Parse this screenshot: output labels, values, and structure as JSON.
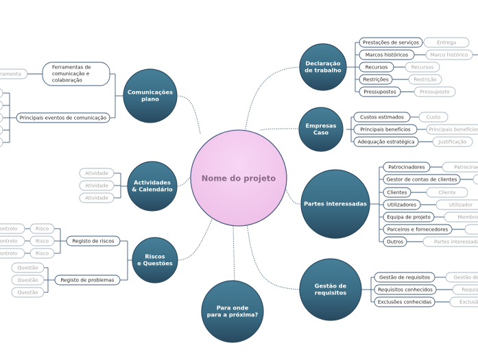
{
  "colors": {
    "line": "#3b5a7a",
    "branch_fill_top": "#3f7892",
    "branch_fill_bottom": "#2b5068",
    "center_fill": "#f3c6ee",
    "center_text": "#8a6a86",
    "pill_border": "#3b5a7a",
    "ghost_border": "#a7b7c5",
    "ghost_text": "#a3a3a3"
  },
  "center": {
    "label": "Nome do projeto"
  },
  "branches": [
    {
      "id": "declaracao",
      "label": "Declaração\nde trabalho",
      "children": [
        {
          "label": "Prestações de serviços",
          "ghost": "Entrega"
        },
        {
          "label": "Marcos históricos",
          "ghost": "Marco histórico"
        },
        {
          "label": "Recursos",
          "ghost": "Recursos"
        },
        {
          "label": "Restrições",
          "ghost": "Restrição"
        },
        {
          "label": "Pressupostos",
          "ghost": "Pressuposto"
        }
      ]
    },
    {
      "id": "empresas",
      "label": "Empresas\nCaso",
      "children": [
        {
          "label": "Custos estimados",
          "ghost": "Custo"
        },
        {
          "label": "Principais benefícios",
          "ghost": "Principais benefícios"
        },
        {
          "label": "Adequação estratégica",
          "ghost": "Justificação"
        }
      ]
    },
    {
      "id": "partes",
      "label": "Partes interessadas",
      "children": [
        {
          "label": "Patrocinadores",
          "ghost": "Patrocinador"
        },
        {
          "label": "Gestor de contas de clientes",
          "ghost": ""
        },
        {
          "label": "Clientes",
          "ghost": "Cliente"
        },
        {
          "label": "Utilizadores",
          "ghost": "Utilizador"
        },
        {
          "label": "Equipa de projeto",
          "ghost": "Membro da"
        },
        {
          "label": "Parceiros e fornecedores",
          "ghost": "Par"
        },
        {
          "label": "Outros",
          "ghost": "Partes interessadas"
        }
      ]
    },
    {
      "id": "gestao",
      "label": "Gestão de\nrequisitos",
      "children": [
        {
          "label": "Gestão de requisitos",
          "ghost": "Gestão de"
        },
        {
          "label": "Requisitos conhecidos",
          "ghost": "Requisito"
        },
        {
          "label": "Exclusões conhecidas",
          "ghost": "Exclusão"
        }
      ]
    },
    {
      "id": "paraonde",
      "label": "Para onde\npara a próxima?"
    },
    {
      "id": "comunicacoes",
      "label": "Comunicações\nplano",
      "children": [
        {
          "label": "Ferramentas de\ncomunicação e\ncolaboração",
          "ghost": "Ferramenta"
        },
        {
          "label": "Principais eventos de comunicação"
        }
      ]
    },
    {
      "id": "actividades",
      "label": "Actividades\n& Calendário",
      "ghosts": [
        "Atividade",
        "Atividade",
        "Atividade"
      ]
    },
    {
      "id": "riscos",
      "label": "Riscos\ne Questões",
      "children": [
        {
          "label": "Registo de riscos",
          "items": [
            "Risco",
            "Risco",
            "Risco"
          ],
          "ghost": "Controlo"
        },
        {
          "label": "Registo de problemas",
          "items": [
            "Questão",
            "Questão",
            "Questão"
          ]
        }
      ]
    }
  ]
}
